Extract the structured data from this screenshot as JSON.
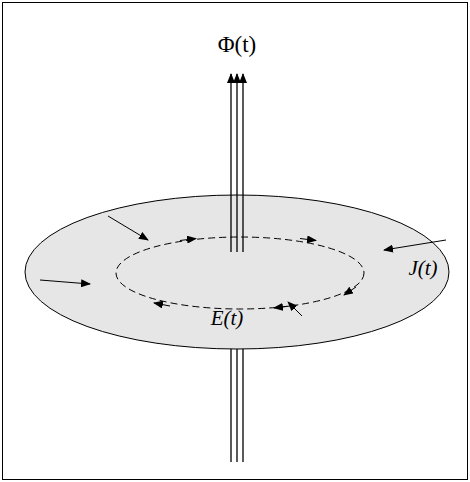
{
  "diagram": {
    "labels": [
      "Φ(t)",
      "E(t)",
      "J(t)"
    ]
  }
}
